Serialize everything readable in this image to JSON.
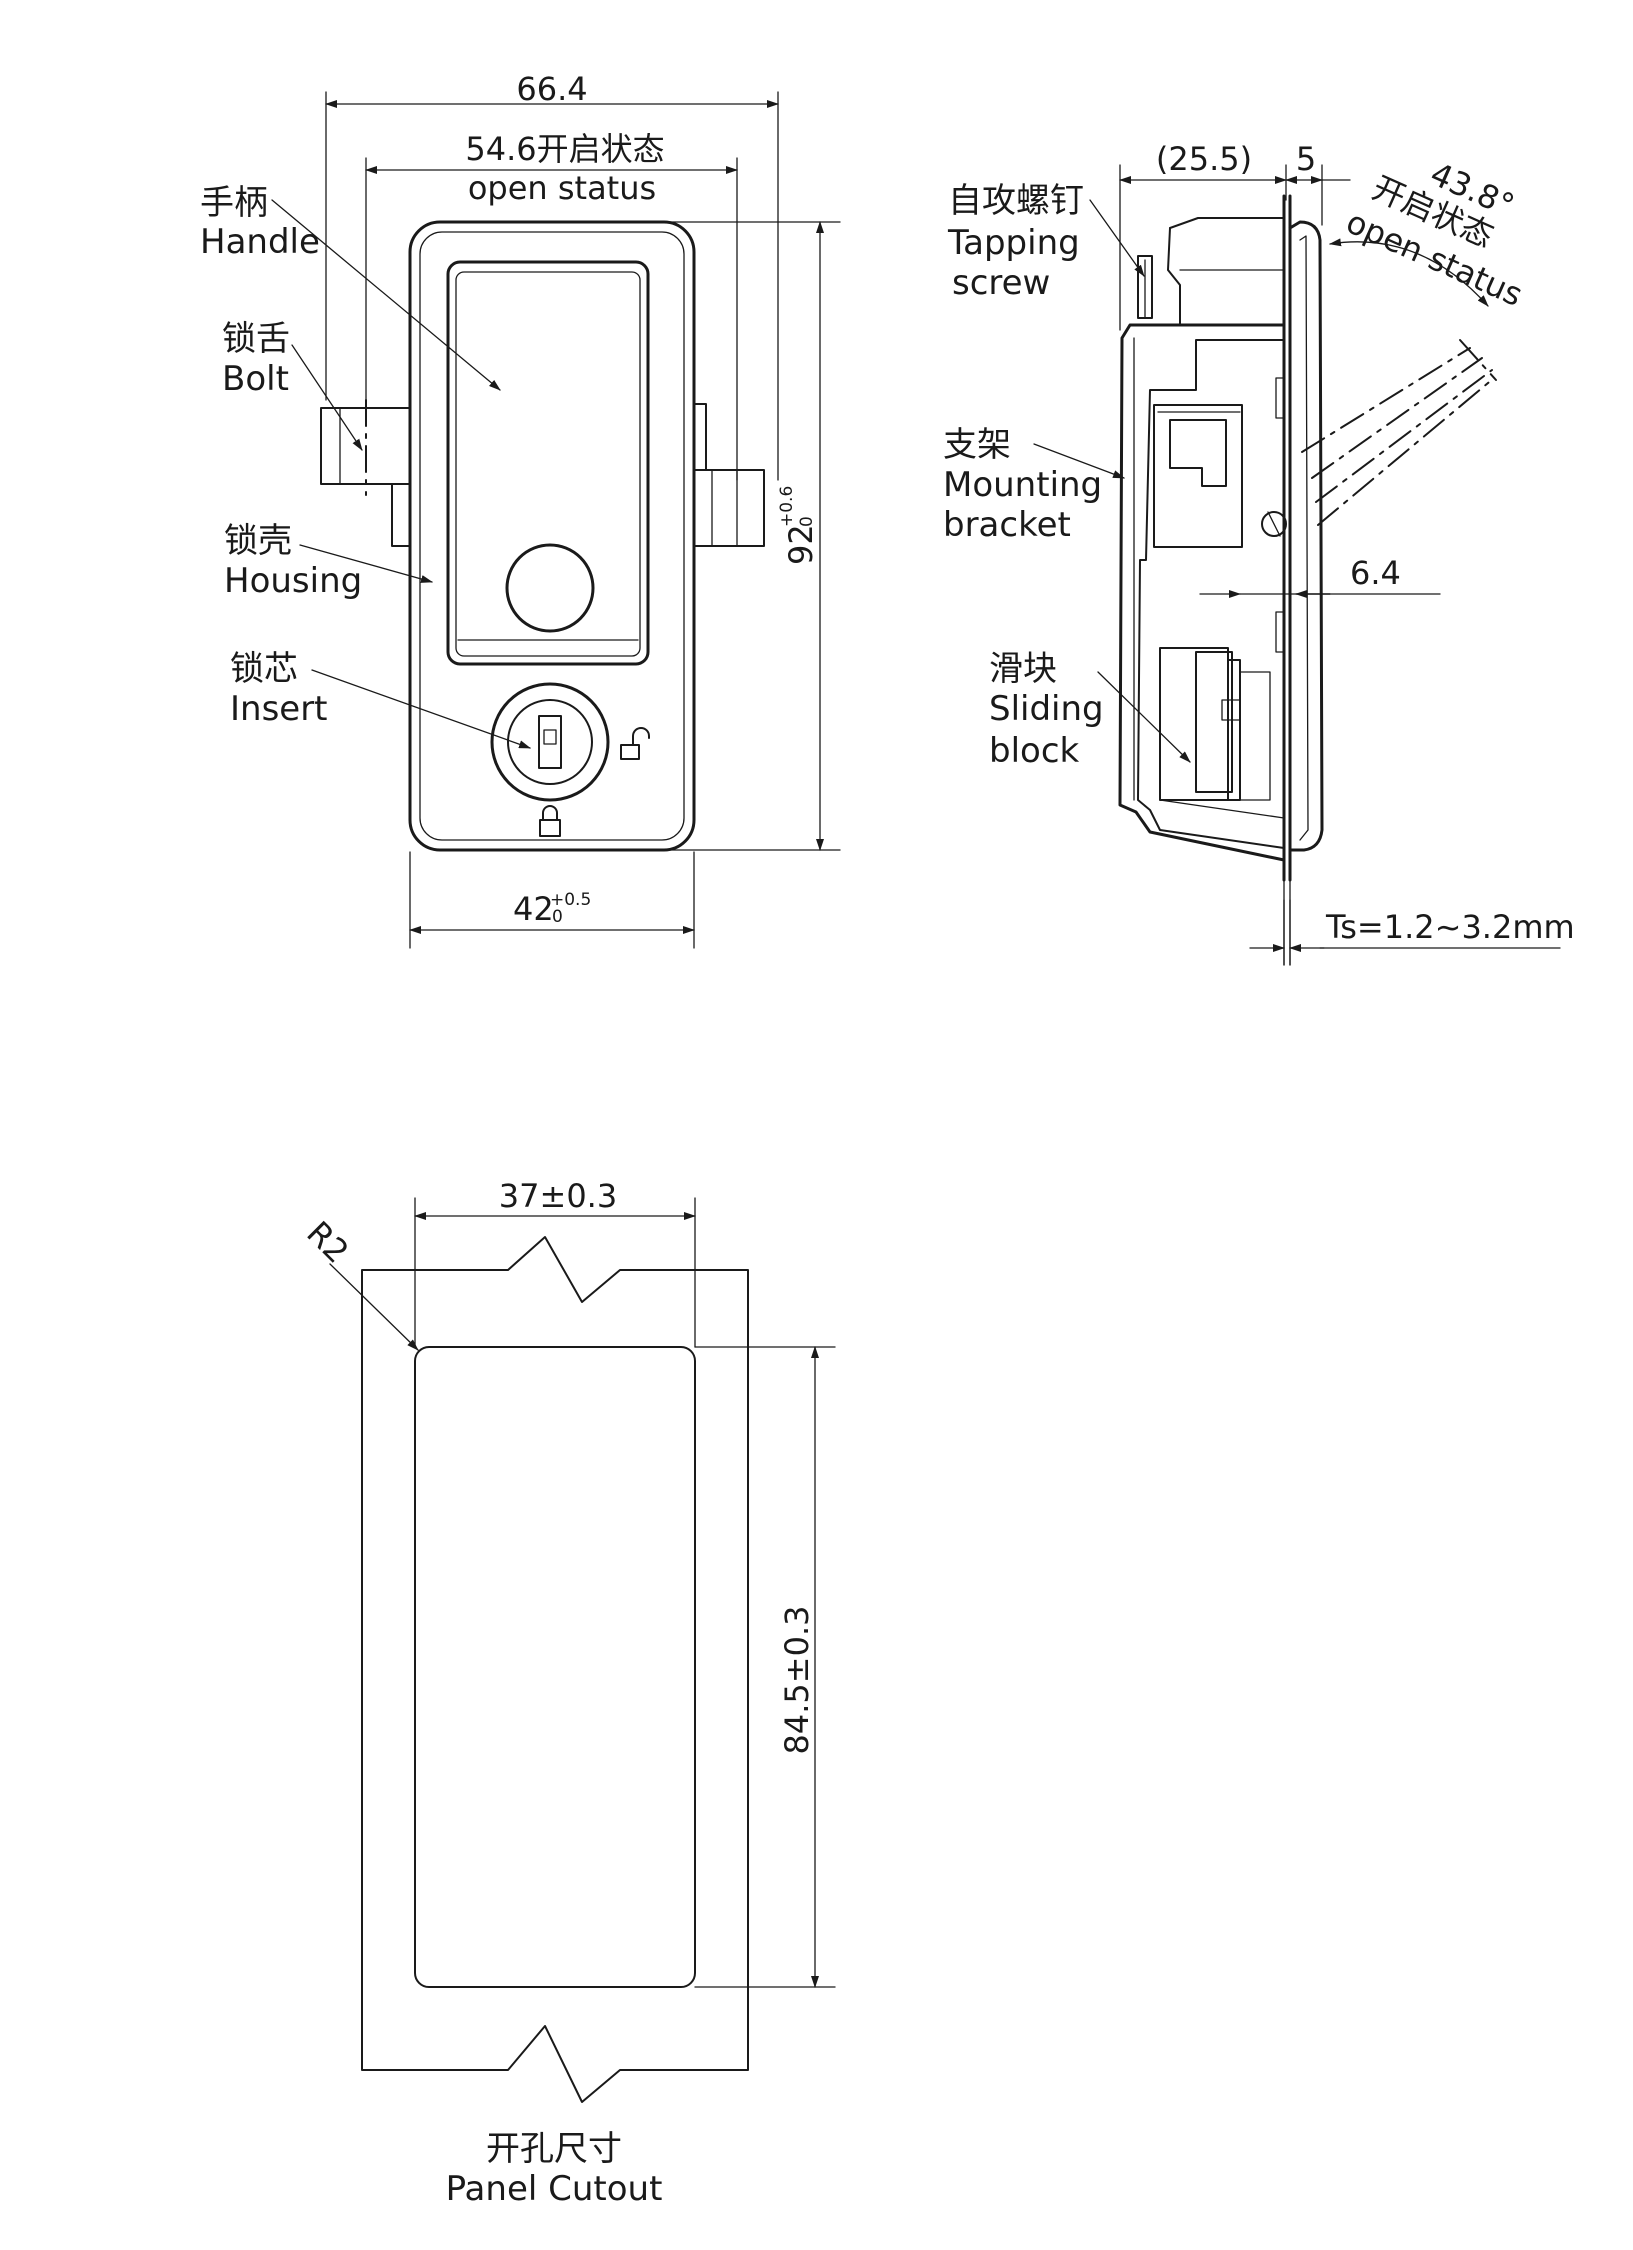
{
  "front_view": {
    "dims": {
      "overall_width": "66.4",
      "open_width": "54.6开启状态",
      "open_width_en": "open status",
      "height": "92",
      "height_tol_upper": "+0.6",
      "height_tol_lower": "0",
      "body_width": "42",
      "body_width_tol_upper": "+0.5",
      "body_width_tol_lower": "0"
    },
    "callouts": [
      {
        "zh": "手柄",
        "en": "Handle"
      },
      {
        "zh": "锁舌",
        "en": "Bolt"
      },
      {
        "zh": "锁壳",
        "en": "Housing"
      },
      {
        "zh": "锁芯",
        "en": "Insert"
      }
    ]
  },
  "side_view": {
    "dims": {
      "depth": "(25.5)",
      "flange": "5",
      "angle": "43.8°",
      "angle_zh": "开启状态",
      "angle_en": "open status",
      "offset": "6.4",
      "panel_thickness": "Ts=1.2~3.2mm"
    },
    "callouts": [
      {
        "zh": "自攻螺钉",
        "en1": "Tapping",
        "en2": "screw"
      },
      {
        "zh": "支架",
        "en1": "Mounting",
        "en2": "bracket"
      },
      {
        "zh": "滑块",
        "en1": "Sliding",
        "en2": "block"
      }
    ]
  },
  "cutout": {
    "corner_radius": "R2",
    "width": "37±0.3",
    "height": "84.5±0.3",
    "title_zh": "开孔尺寸",
    "title_en": "Panel Cutout"
  }
}
